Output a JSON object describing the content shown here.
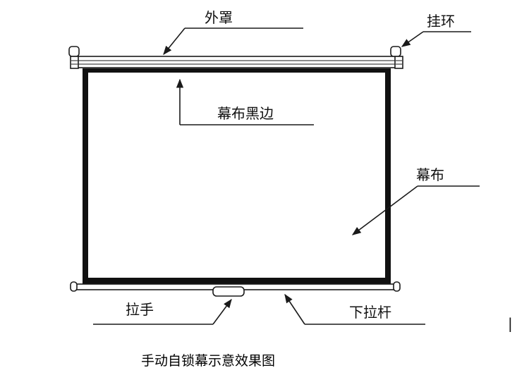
{
  "labels": {
    "cover": "外罩",
    "hanging_ring": "挂环",
    "screen_black_border": "幕布黑边",
    "screen_fabric": "幕布",
    "pull_handle": "拉手",
    "bottom_bar": "下拉杆"
  },
  "caption": "手动自锁幕示意效果图",
  "stray_mark": "|",
  "colors": {
    "line": "#1a1a1a",
    "border": "#111111",
    "label": "#111111"
  }
}
